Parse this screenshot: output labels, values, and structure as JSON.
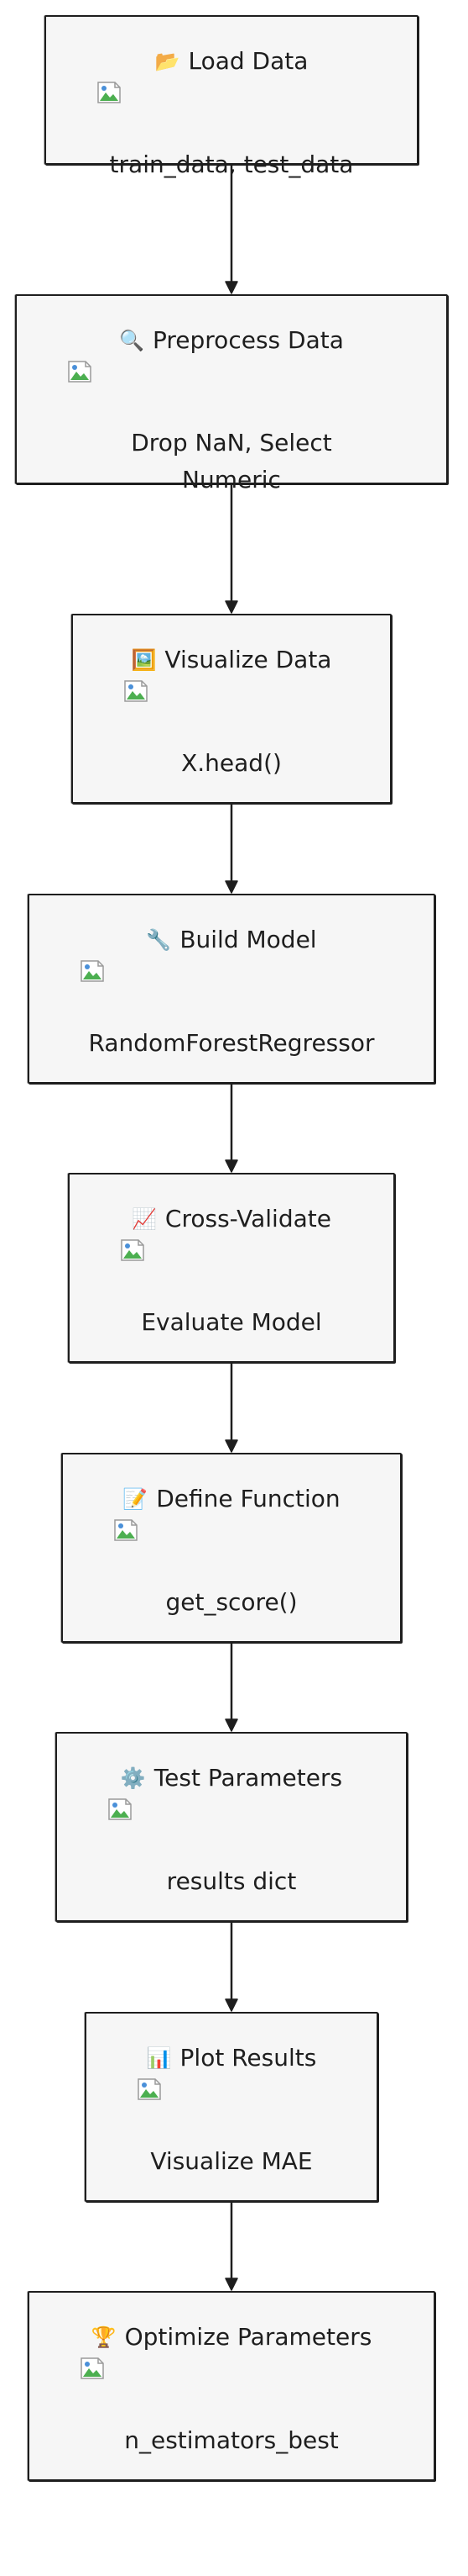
{
  "flowchart": {
    "nodes": [
      {
        "icon": "📂",
        "icon_name": "folder-icon",
        "title": "Load Data",
        "label": "train_data, test_data"
      },
      {
        "icon": "🔍",
        "icon_name": "magnifier-icon",
        "title": "Preprocess Data",
        "label": "Drop NaN, Select Numeric"
      },
      {
        "icon": "🖼️",
        "icon_name": "picture-icon",
        "title": "Visualize Data",
        "label": "X.head()"
      },
      {
        "icon": "🔧",
        "icon_name": "wrench-icon",
        "title": "Build Model",
        "label": "RandomForestRegressor"
      },
      {
        "icon": "📈",
        "icon_name": "chart-up-icon",
        "title": "Cross-Validate",
        "label": "Evaluate Model"
      },
      {
        "icon": "📝",
        "icon_name": "memo-icon",
        "title": "Define Function",
        "label": "get_score()"
      },
      {
        "icon": "⚙️",
        "icon_name": "gear-icon",
        "title": "Test Parameters",
        "label": "results dict"
      },
      {
        "icon": "📊",
        "icon_name": "bar-chart-icon",
        "title": "Plot Results",
        "label": "Visualize MAE"
      },
      {
        "icon": "🏆",
        "icon_name": "trophy-icon",
        "title": "Optimize Parameters",
        "label": "n_estimators_best"
      }
    ]
  }
}
